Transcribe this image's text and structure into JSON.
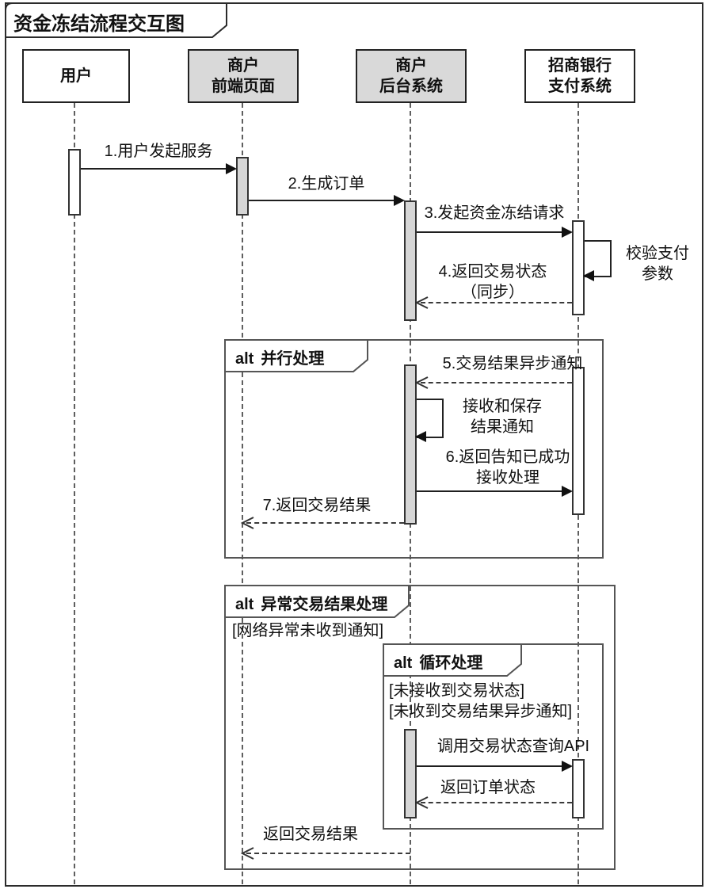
{
  "title": "资金冻结流程交互图",
  "participants": {
    "user": {
      "line1": "用户",
      "line2": ""
    },
    "frontend": {
      "line1": "商户",
      "line2": "前端页面"
    },
    "backend": {
      "line1": "商户",
      "line2": "后台系统"
    },
    "bank": {
      "line1": "招商银行",
      "line2": "支付系统"
    }
  },
  "messages": {
    "m1": "1.用户发起服务",
    "m2": "2.生成订单",
    "m3": "3.发起资金冻结请求",
    "self_verify_line1": "校验支付",
    "self_verify_line2": "参数",
    "m4_line1": "4.返回交易状态",
    "m4_line2": "（同步）",
    "m5": "5.交易结果异步通知",
    "self_save_line1": "接收和保存",
    "self_save_line2": "结果通知",
    "m6_line1": "6.返回告知已成功",
    "m6_line2": "接收处理",
    "m7": "7.返回交易结果",
    "m8": "调用交易状态查询API",
    "m9": "返回订单状态",
    "m10": "返回交易结果"
  },
  "frames": {
    "parallel": {
      "keyword": "alt",
      "title": "并行处理"
    },
    "exception": {
      "keyword": "alt",
      "title": "异常交易结果处理",
      "guard": "[网络异常未收到通知]"
    },
    "loop": {
      "keyword": "alt",
      "title": "循环处理",
      "guard1": "[未接收到交易状态]",
      "guard2": "[未收到交易结果异步通知]"
    }
  },
  "colors": {
    "participant_gray": "#d9d9d9",
    "activation_gray": "#d6d6d6",
    "line_dark": "#1f1f1f",
    "frame_border": "#555555"
  }
}
